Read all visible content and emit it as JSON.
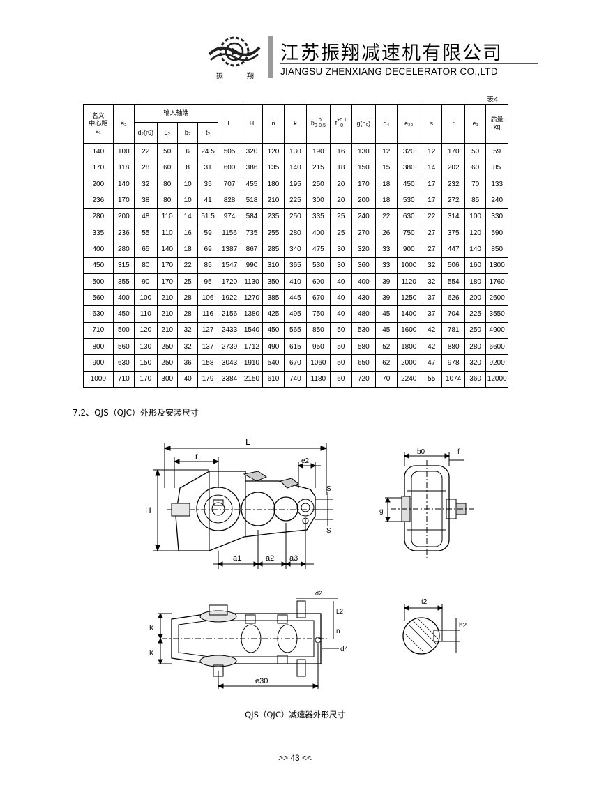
{
  "header": {
    "company_cn": "江苏振翔减速机有限公司",
    "company_en": "JIANGSU ZHENXIANG DECELERATOR CO.,LTD",
    "logo_left": "振",
    "logo_right": "翔"
  },
  "table": {
    "number": "表4",
    "headers": {
      "center_distance": [
        "名义",
        "中心距",
        "a₁"
      ],
      "a2": "a₂",
      "input_shaft": "输入轴端",
      "d2": "d₂(r6)",
      "L2": "L₂",
      "b2": "b₂",
      "t2": "t₂",
      "L": "L",
      "H": "H",
      "n": "n",
      "k": "k",
      "b0": "b",
      "b0_tol": [
        "0",
        "0-0.5"
      ],
      "f": "f",
      "f_tol": [
        "+0.1",
        "0"
      ],
      "g": "g(h₉)",
      "d4": "d₄",
      "e20": "e₂₀",
      "s": "s",
      "r": "r",
      "e1": "e₁",
      "weight": [
        "质量",
        "kg"
      ]
    },
    "rows": [
      [
        "140",
        "100",
        "22",
        "50",
        "6",
        "24.5",
        "505",
        "320",
        "120",
        "130",
        "190",
        "16",
        "130",
        "12",
        "320",
        "12",
        "170",
        "50",
        "59"
      ],
      [
        "170",
        "118",
        "28",
        "60",
        "8",
        "31",
        "600",
        "386",
        "135",
        "140",
        "215",
        "18",
        "150",
        "15",
        "380",
        "14",
        "202",
        "60",
        "85"
      ],
      [
        "200",
        "140",
        "32",
        "80",
        "10",
        "35",
        "707",
        "455",
        "180",
        "195",
        "250",
        "20",
        "170",
        "18",
        "450",
        "17",
        "232",
        "70",
        "133"
      ],
      [
        "236",
        "170",
        "38",
        "80",
        "10",
        "41",
        "828",
        "518",
        "210",
        "225",
        "300",
        "20",
        "200",
        "18",
        "530",
        "17",
        "272",
        "85",
        "240"
      ],
      [
        "280",
        "200",
        "48",
        "110",
        "14",
        "51.5",
        "974",
        "584",
        "235",
        "250",
        "335",
        "25",
        "240",
        "22",
        "630",
        "22",
        "314",
        "100",
        "330"
      ],
      [
        "335",
        "236",
        "55",
        "110",
        "16",
        "59",
        "1156",
        "735",
        "255",
        "280",
        "400",
        "25",
        "270",
        "26",
        "750",
        "27",
        "375",
        "120",
        "590"
      ],
      [
        "400",
        "280",
        "65",
        "140",
        "18",
        "69",
        "1387",
        "867",
        "285",
        "340",
        "475",
        "30",
        "320",
        "33",
        "900",
        "27",
        "447",
        "140",
        "850"
      ],
      [
        "450",
        "315",
        "80",
        "170",
        "22",
        "85",
        "1547",
        "990",
        "310",
        "365",
        "530",
        "30",
        "360",
        "33",
        "1000",
        "32",
        "506",
        "160",
        "1300"
      ],
      [
        "500",
        "355",
        "90",
        "170",
        "25",
        "95",
        "1720",
        "1130",
        "350",
        "410",
        "600",
        "40",
        "400",
        "39",
        "1120",
        "32",
        "554",
        "180",
        "1760"
      ],
      [
        "560",
        "400",
        "100",
        "210",
        "28",
        "106",
        "1922",
        "1270",
        "385",
        "445",
        "670",
        "40",
        "430",
        "39",
        "1250",
        "37",
        "626",
        "200",
        "2600"
      ],
      [
        "630",
        "450",
        "110",
        "210",
        "28",
        "116",
        "2156",
        "1380",
        "425",
        "495",
        "750",
        "40",
        "480",
        "45",
        "1400",
        "37",
        "704",
        "225",
        "3550"
      ],
      [
        "710",
        "500",
        "120",
        "210",
        "32",
        "127",
        "2433",
        "1540",
        "450",
        "565",
        "850",
        "50",
        "530",
        "45",
        "1600",
        "42",
        "781",
        "250",
        "4900"
      ],
      [
        "800",
        "560",
        "130",
        "250",
        "32",
        "137",
        "2739",
        "1712",
        "490",
        "615",
        "950",
        "50",
        "580",
        "52",
        "1800",
        "42",
        "880",
        "280",
        "6600"
      ],
      [
        "900",
        "630",
        "150",
        "250",
        "36",
        "158",
        "3043",
        "1910",
        "540",
        "670",
        "1060",
        "50",
        "650",
        "62",
        "2000",
        "47",
        "978",
        "320",
        "9200"
      ],
      [
        "1000",
        "710",
        "170",
        "300",
        "40",
        "179",
        "3384",
        "2150",
        "610",
        "740",
        "1180",
        "60",
        "720",
        "70",
        "2240",
        "55",
        "1074",
        "360",
        "12000"
      ]
    ]
  },
  "section_title": "7.2、QJS（QJC）外形及安装尺寸",
  "drawing_labels": {
    "L": "L",
    "r": "r",
    "e2": "e2",
    "H": "H",
    "S": "S",
    "a1": "a1",
    "a2": "a2",
    "a3": "a3",
    "b0": "b0",
    "f": "f",
    "g": "g",
    "d2": "d2",
    "L2": "L2",
    "n": "n",
    "d4": "d4",
    "K": "K",
    "e30": "e30",
    "t2": "t2",
    "b2": "b2"
  },
  "caption": "QJS（QJC）减速器外形尺寸",
  "page_number": ">> 43 <<"
}
